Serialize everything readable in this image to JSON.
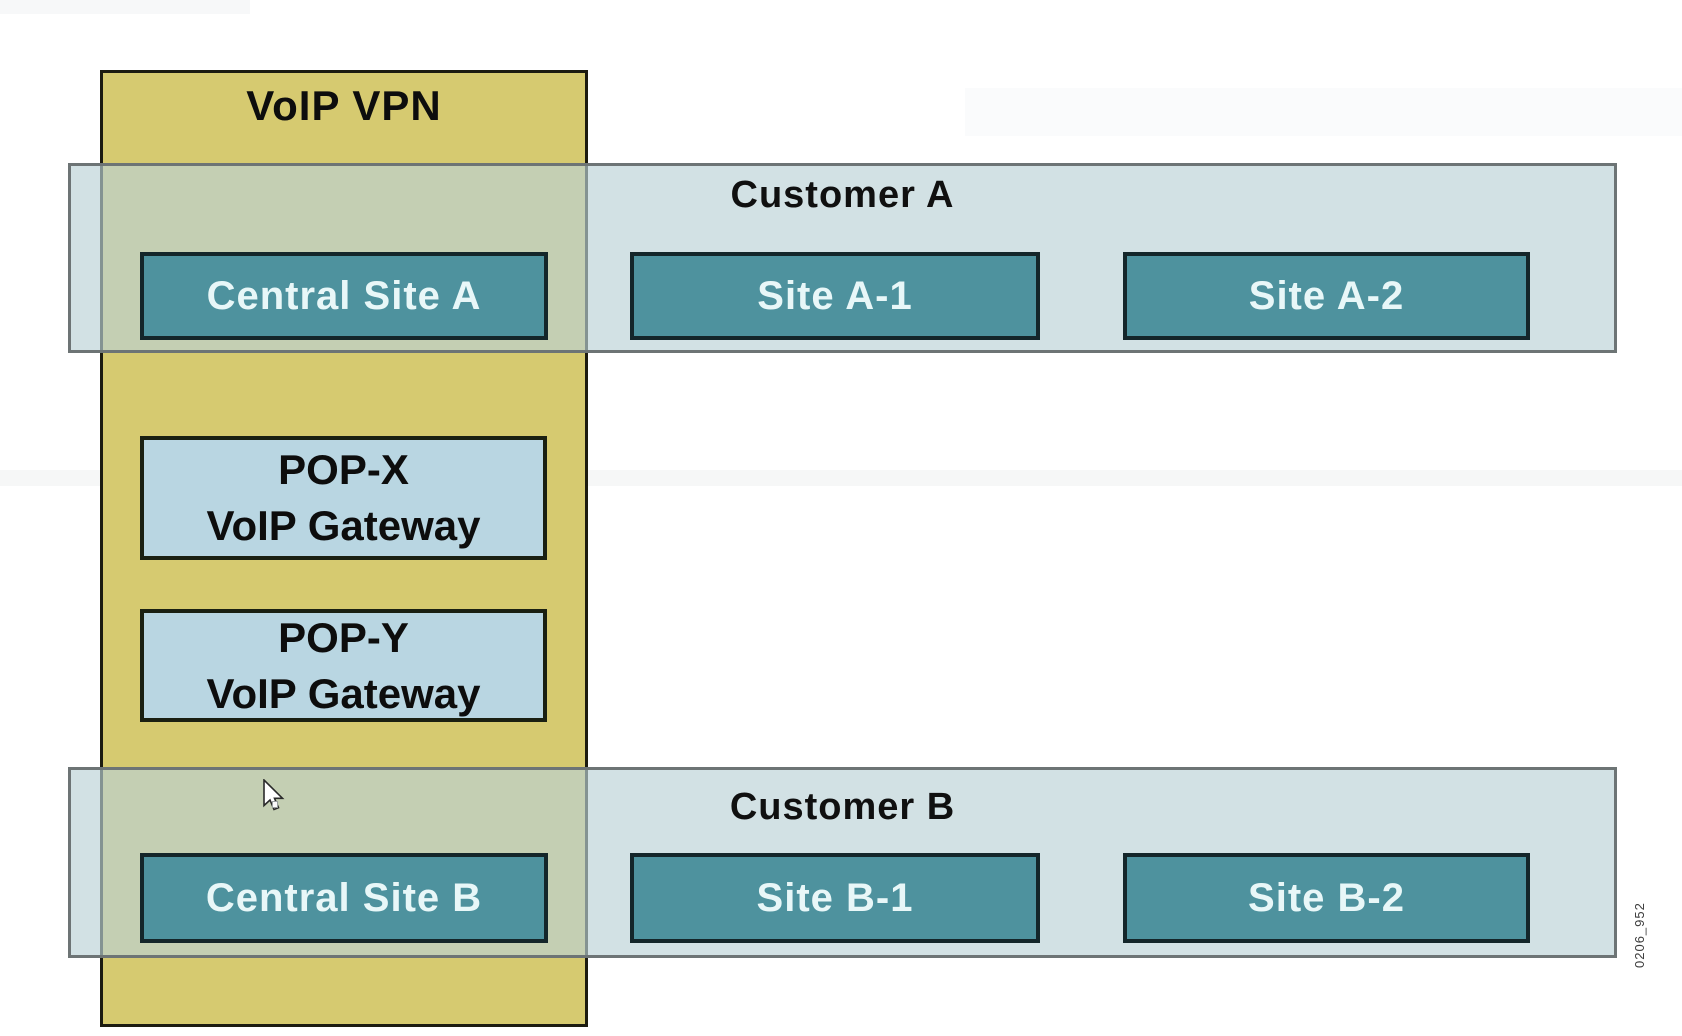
{
  "figure": {
    "vpn": {
      "title": "VoIP VPN"
    },
    "gateways": [
      {
        "name": "POP-X",
        "role": "VoIP Gateway"
      },
      {
        "name": "POP-Y",
        "role": "VoIP Gateway"
      }
    ],
    "customers": [
      {
        "title": "Customer A",
        "sites": [
          "Central Site A",
          "Site A-1",
          "Site A-2"
        ]
      },
      {
        "title": "Customer B",
        "sites": [
          "Central Site B",
          "Site B-1",
          "Site B-2"
        ]
      }
    ],
    "figure_id": "0206_952",
    "colors": {
      "vpn_column_fill": "#d6ca70",
      "customer_band_fill": "#d2e1e4",
      "band_overlap_fill": "#c4cfb3",
      "site_box_fill": "#4e929e",
      "gateway_box_fill": "#b9d6e2",
      "site_label_text": "#e8f7f8",
      "band_border": "#6d7475",
      "box_border": "#14262a"
    }
  }
}
